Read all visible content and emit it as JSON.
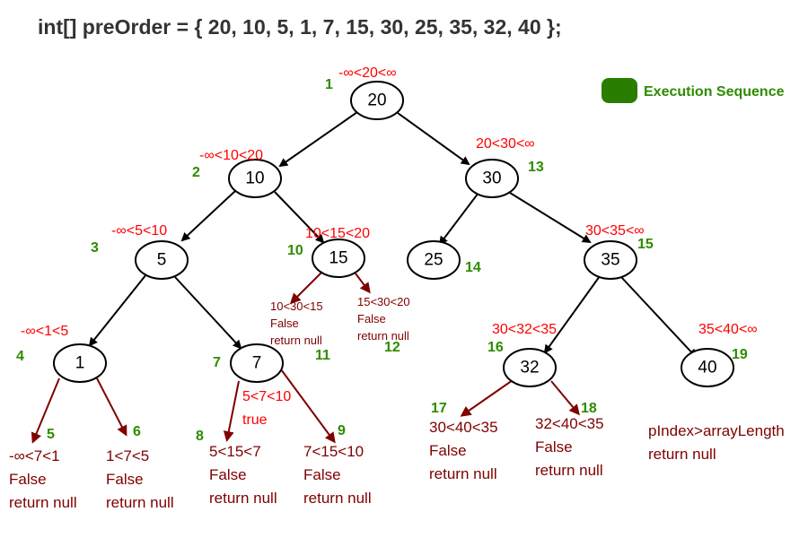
{
  "title": "int[] preOrder = { 20, 10, 5, 1, 7, 15, 30, 25, 35, 32, 40 };",
  "legend": {
    "label": "Execution Sequence",
    "color": "#2a7d00"
  },
  "colors": {
    "constraint": "#ff0000",
    "step": "#2e8b00",
    "null_branch": "#7f0000",
    "edge": "#000000"
  },
  "nodes": [
    "20",
    "10",
    "30",
    "5",
    "15",
    "25",
    "35",
    "1",
    "7",
    "32",
    "40"
  ],
  "constraints": [
    "-∞<20<∞",
    "-∞<10<20",
    "20<30<∞",
    "-∞<5<10",
    "10<15<20",
    "30<35<∞",
    "-∞<1<5",
    "30<32<35",
    "35<40<∞",
    "5<7<10",
    "true"
  ],
  "steps": [
    "1",
    "2",
    "13",
    "3",
    "10",
    "14",
    "15",
    "4",
    "7",
    "11",
    "12",
    "16",
    "19",
    "5",
    "6",
    "8",
    "9",
    "17",
    "18"
  ],
  "null_checks": [
    [
      "-∞<7<1",
      "False",
      "return null"
    ],
    [
      "1<7<5",
      "False",
      "return null"
    ],
    [
      "5<15<7",
      "False",
      "return null"
    ],
    [
      "7<15<10",
      "False",
      "return null"
    ],
    [
      "30<40<35",
      "False",
      "return null"
    ],
    [
      "32<40<35",
      "False",
      "return null"
    ],
    [
      "pIndex>arrayLength",
      "return null"
    ],
    [
      "10<30<15",
      "False",
      "return null"
    ],
    [
      "15<30<20",
      "False",
      "return null"
    ]
  ]
}
